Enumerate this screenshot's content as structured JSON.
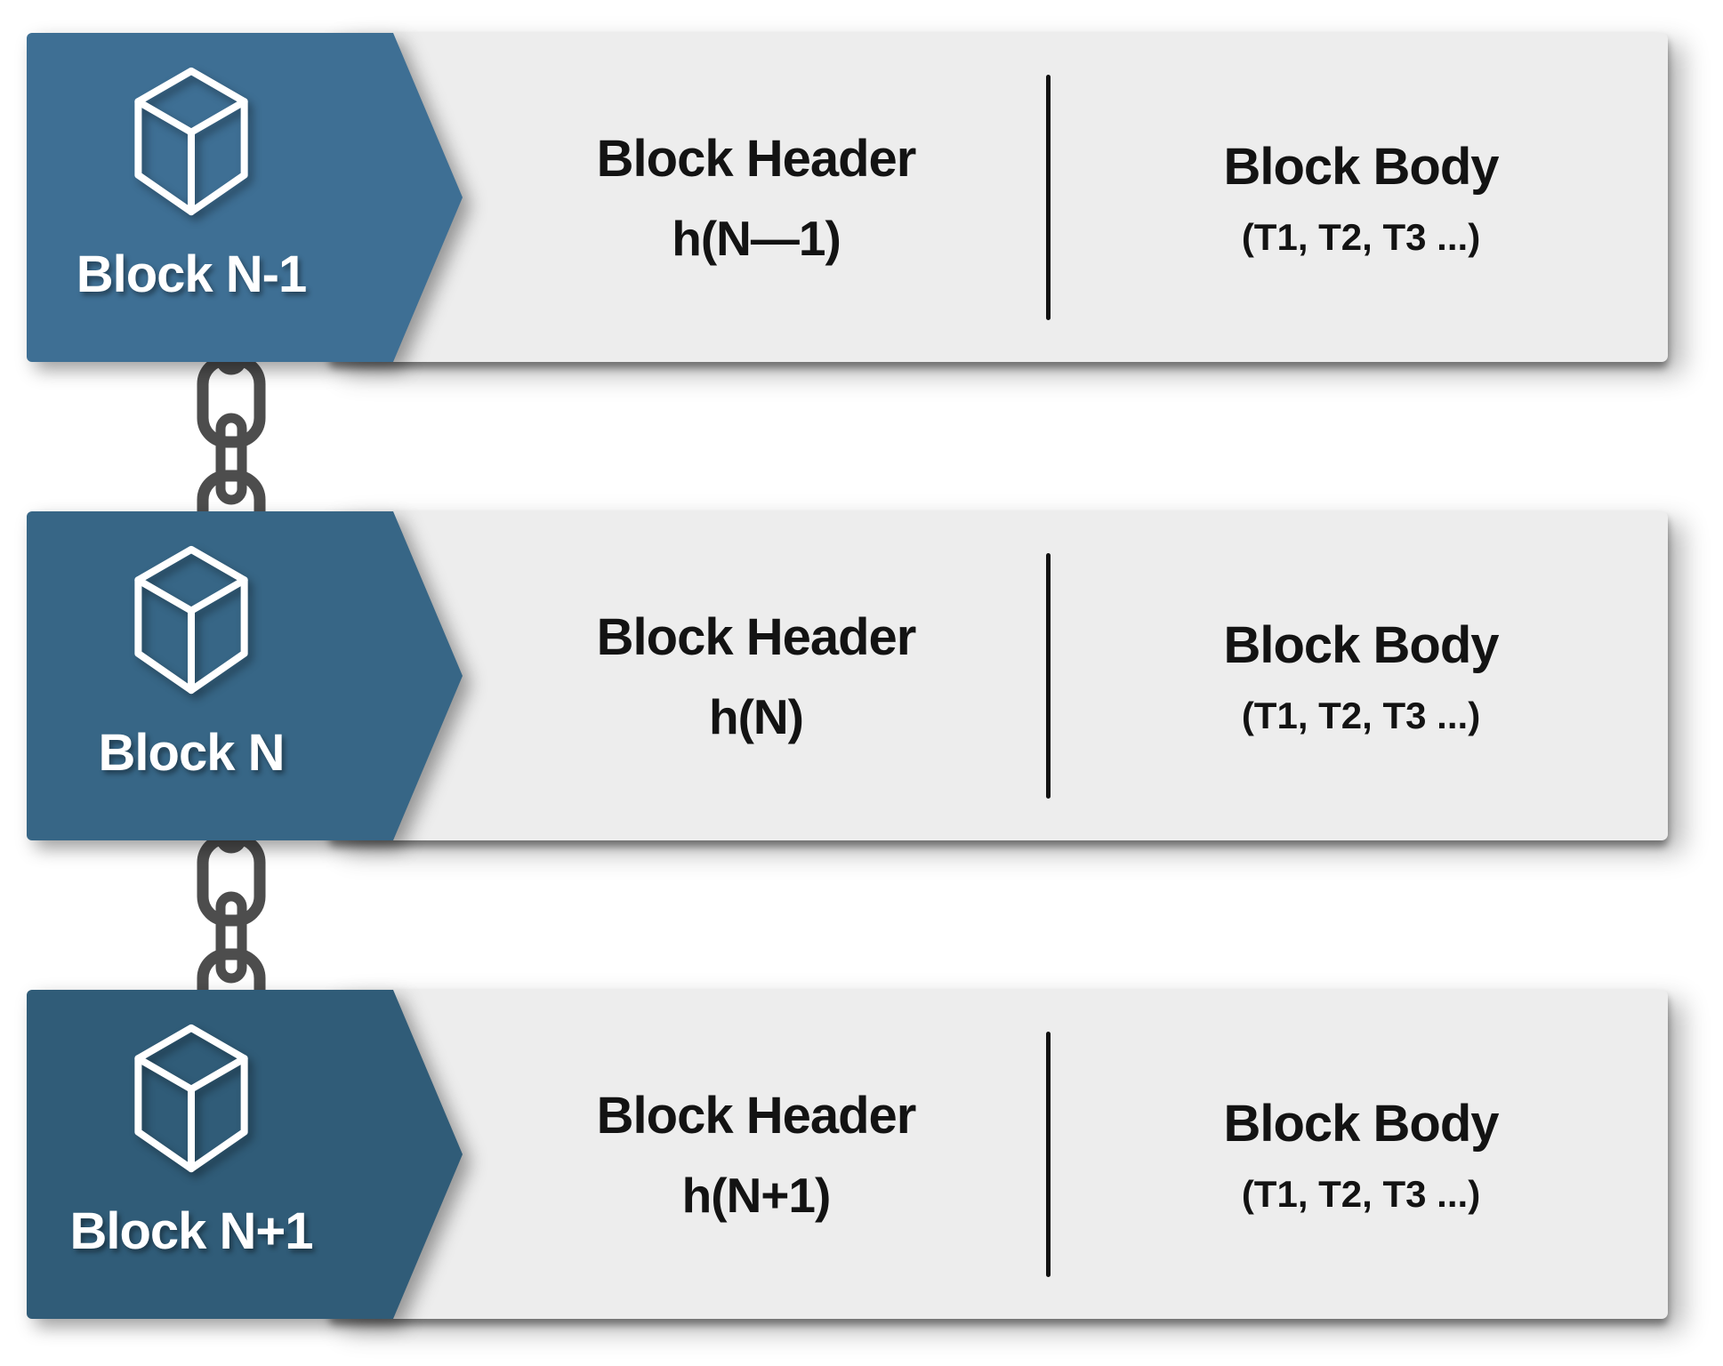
{
  "diagram": {
    "type": "blockchain-structure",
    "blocks": [
      {
        "label": "Block N-1",
        "header_title": "Block Header",
        "header_hash": "h(N—1)",
        "body_title": "Block Body",
        "body_transactions": "(T1, T2, T3 ...)",
        "color": "#3e6f94"
      },
      {
        "label": "Block N",
        "header_title": "Block Header",
        "header_hash": "h(N)",
        "body_title": "Block Body",
        "body_transactions": "(T1, T2, T3 ...)",
        "color": "#376686"
      },
      {
        "label": "Block N+1",
        "header_title": "Block Header",
        "header_hash": "h(N+1)",
        "body_title": "Block Body",
        "body_transactions": "(T1, T2, T3 ...)",
        "color": "#305c78"
      }
    ],
    "icons": {
      "cube": "cube-wireframe-icon",
      "chain": "chain-link-icon"
    },
    "colors": {
      "body_gray": "#ededed",
      "chain_gray": "#4d4d4d",
      "divider_black": "#101010",
      "text_dark": "#131313",
      "label_white": "#ffffff",
      "page_background": "#ffffff"
    }
  }
}
